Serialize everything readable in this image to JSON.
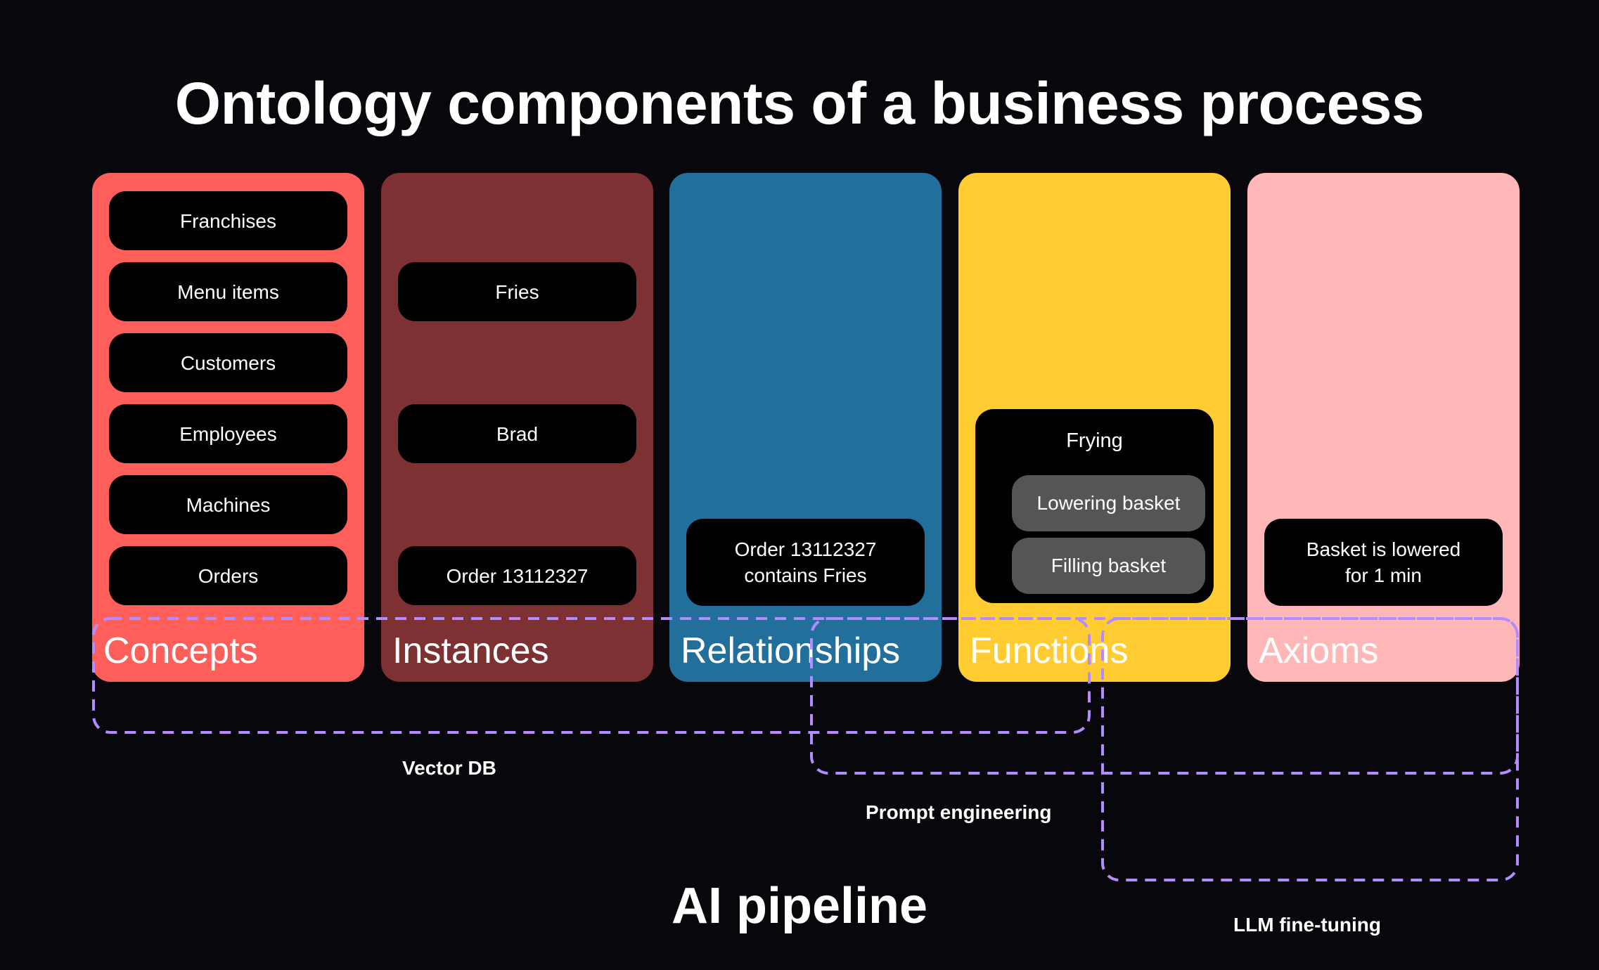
{
  "title": "Ontology components of a business process",
  "columns": {
    "concepts": {
      "label": "Concepts",
      "color": "#ff5f5b",
      "items": [
        "Franchises",
        "Menu items",
        "Customers",
        "Employees",
        "Machines",
        "Orders"
      ]
    },
    "instances": {
      "label": "Instances",
      "color": "#7d3132",
      "items": [
        "Fries",
        "Brad",
        "Order 13112327"
      ]
    },
    "relationships": {
      "label": "Relationships",
      "color": "#216f9a",
      "items": [
        "Order 13112327 contains Fries"
      ]
    },
    "functions": {
      "label": "Functions",
      "color": "#ffcd32",
      "group_label": "Frying",
      "items": [
        "Lowering basket",
        "Filling basket"
      ]
    },
    "axioms": {
      "label": "Axioms",
      "color": "#ffb7b7",
      "items": [
        "Basket is lowered for 1 min"
      ]
    }
  },
  "pipelines": {
    "color": "#b48cff",
    "vector_db": "Vector DB",
    "prompt_engineering": "Prompt engineering",
    "llm_fine_tuning": "LLM fine-tuning"
  },
  "footer": "AI pipeline"
}
